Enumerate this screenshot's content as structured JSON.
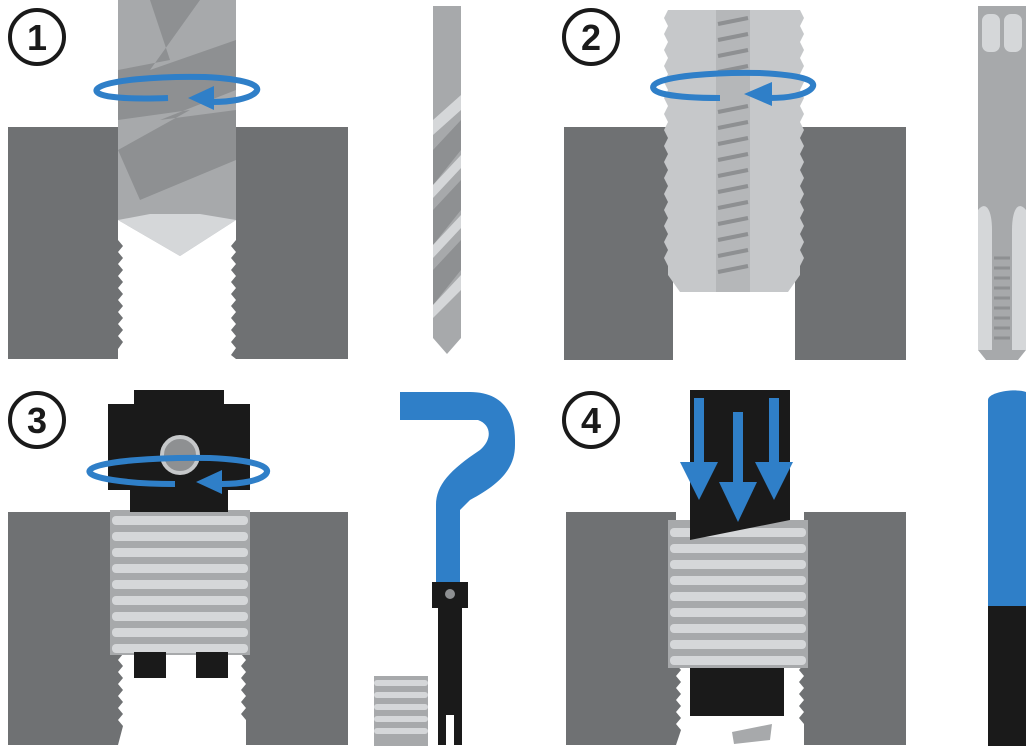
{
  "steps": [
    {
      "number": "1",
      "tool_icon": "drill-bit-icon",
      "rotation_icon": "rotate-arrow-icon"
    },
    {
      "number": "2",
      "tool_icon": "tap-icon",
      "rotation_icon": "rotate-arrow-icon"
    },
    {
      "number": "3",
      "tool_icon": "insert-tool-icon",
      "rotation_icon": "rotate-arrow-icon"
    },
    {
      "number": "4",
      "tool_icon": "punch-tool-icon",
      "press_icon": "down-arrows-icon"
    }
  ],
  "colors": {
    "block": "#6f7173",
    "tool_light": "#c6c8ca",
    "tool_mid": "#a7a9ab",
    "tool_dark": "#8e9092",
    "accent_blue": "#2f7fc8",
    "black": "#1a1a1a",
    "badge_stroke": "#1a1a1a"
  }
}
